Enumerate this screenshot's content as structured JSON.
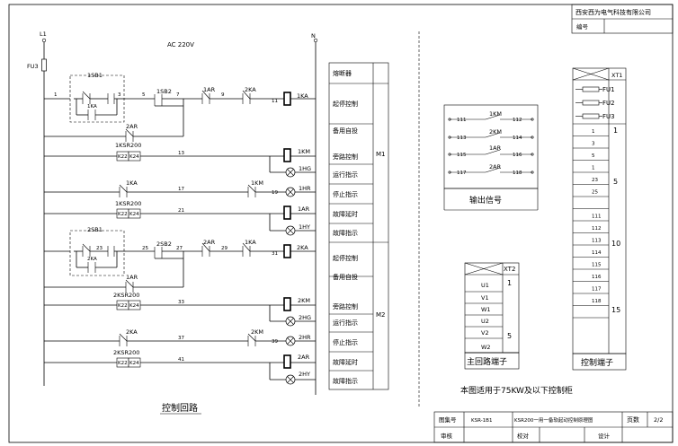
{
  "title_block": {
    "company": "西安西为电气科技有限公司",
    "number_label": "编号"
  },
  "circuit": {
    "phase": "L1",
    "neutral": "N",
    "fuse": "FU3",
    "supply": "AC  220V",
    "caption": "控制回路",
    "components": {
      "sb1": "1SB1",
      "sb2_1": "1SB2",
      "ka_1": "1KA",
      "ar_1": "1AR",
      "ka_2": "2KA",
      "coil_1ka": "1KA",
      "ar2_top": "2AR",
      "ksr_1": "1KSR200",
      "km_coil_1": "1KM",
      "hg_1": "1HG",
      "ka_3": "1KA",
      "km_3": "1KM",
      "hr_1": "1HR",
      "ksr_2": "1KSR200",
      "ar_coil_1": "1AR",
      "hy_1": "1HY",
      "sb1_2": "2SB1",
      "ka_4": "2KA",
      "sb2_2": "2SB2",
      "ar_2": "2AR",
      "ka_5": "1KA",
      "coil_2ka": "2KA",
      "ar_3": "1AR",
      "ksr_3": "2KSR200",
      "km_coil_2": "2KM",
      "hg_2": "2HG",
      "ka_6": "2KA",
      "km_6": "2KM",
      "hr_2": "2HR",
      "ksr_4": "2KSR200",
      "ar_coil_2": "2AR",
      "hy_2": "2HY"
    },
    "wire_numbers": [
      "1",
      "3",
      "5",
      "7",
      "9",
      "11",
      "13",
      "17",
      "19",
      "21",
      "23",
      "25",
      "27",
      "29",
      "31",
      "33",
      "37",
      "39",
      "41"
    ],
    "ksr_terminals": [
      "K22",
      "K24"
    ]
  },
  "function_table": {
    "header": "熔断器",
    "rows": [
      "起停控制",
      "备用自投",
      "旁路控制",
      "运行指示",
      "停止指示",
      "故障延时",
      "故障指示"
    ],
    "group1": "M1",
    "group2": "M2"
  },
  "output_signal": {
    "title": "输出信号",
    "contacts": [
      {
        "left": "111",
        "label": "1KM",
        "right": "112"
      },
      {
        "left": "113",
        "label": "2KM",
        "right": "114"
      },
      {
        "left": "115",
        "label": "1AR",
        "right": "116"
      },
      {
        "left": "117",
        "label": "2AR",
        "right": "118"
      }
    ]
  },
  "main_terminal": {
    "title": "主回路端子",
    "id": "XT2",
    "rows": [
      "U1",
      "V1",
      "W1",
      "U2",
      "V2",
      "W2"
    ],
    "numbers": [
      "1",
      "5"
    ]
  },
  "control_terminal": {
    "title": "控制端子",
    "id": "XT1",
    "fuses": [
      "FU1",
      "FU2",
      "FU3"
    ],
    "rows": [
      "1",
      "3",
      "5",
      "1",
      "23",
      "25",
      "",
      "111",
      "112",
      "113",
      "114",
      "115",
      "116",
      "117",
      "118",
      ""
    ],
    "numbers": [
      "1",
      "5",
      "10",
      "15"
    ]
  },
  "note": "本图适用于75KW及以下控制柜",
  "bottom_block": {
    "atlas_label": "图集号",
    "atlas_value": "KSR-1B1",
    "drawing_title": "KSR200一用一备软起动控制原理图",
    "page_label": "页数",
    "page_value": "2/2",
    "review_label": "审核",
    "check_label": "校对",
    "design_label": "设计"
  }
}
